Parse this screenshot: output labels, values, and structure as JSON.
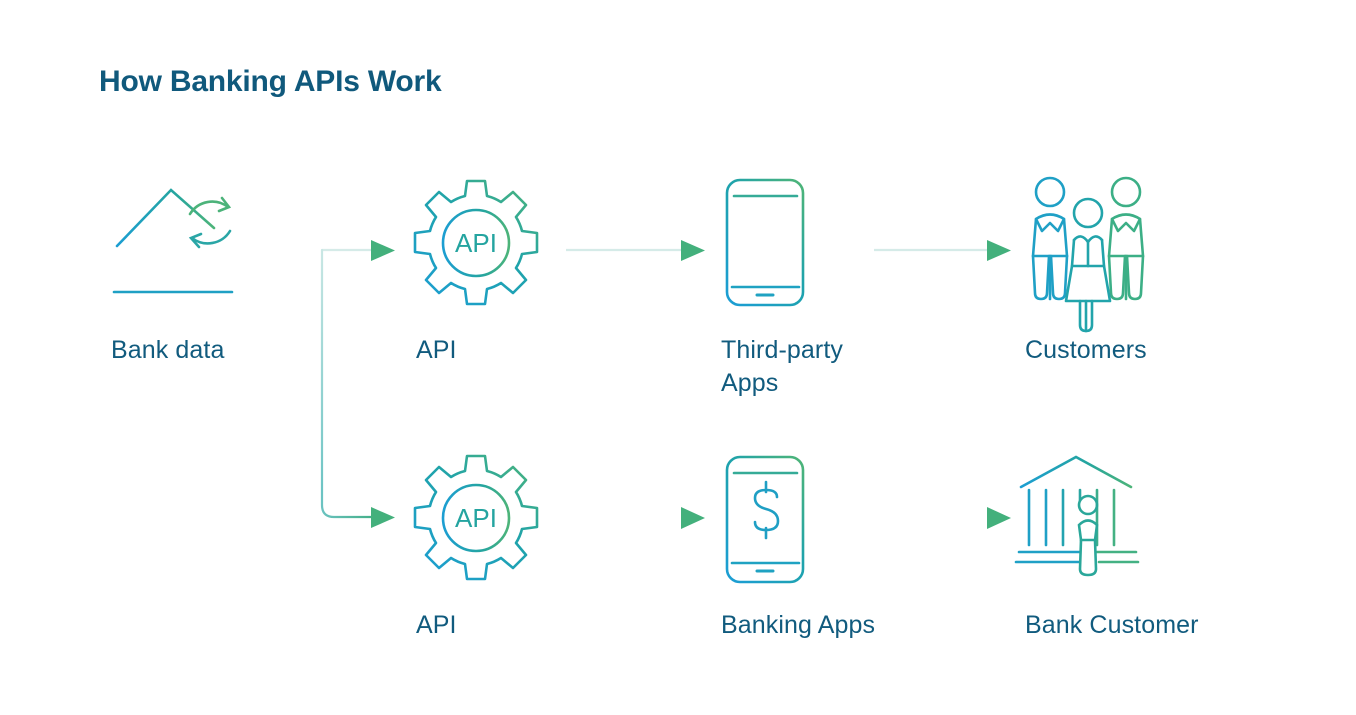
{
  "title": "How Banking APIs Work",
  "colors": {
    "title": "#10597c",
    "label": "#115b7e",
    "icon_blue": "#1b9dd0",
    "icon_teal": "#1aa0a8",
    "icon_green": "#47b37f",
    "arrow_head": "#43b07c",
    "arrow_line_light": "#d2eae7",
    "arrow_line_strong": "#3aa7cf",
    "background": "#ffffff"
  },
  "flow": {
    "rows": [
      {
        "id": "row-top",
        "nodes": [
          {
            "id": "bank-data",
            "label": "Bank data",
            "icon": "bank-sync-icon"
          },
          {
            "id": "api-top",
            "label": "API",
            "icon": "api-gear-icon"
          },
          {
            "id": "third-party-apps",
            "label": "Third-party\nApps",
            "icon": "phone-icon"
          },
          {
            "id": "customers",
            "label": "Customers",
            "icon": "three-people-icon"
          }
        ]
      },
      {
        "id": "row-bottom",
        "nodes": [
          {
            "id": "api-bottom",
            "label": "API",
            "icon": "api-gear-icon"
          },
          {
            "id": "banking-apps",
            "label": "Banking Apps",
            "icon": "phone-dollar-icon"
          },
          {
            "id": "bank-customer",
            "label": "Bank Customer",
            "icon": "bank-person-icon"
          }
        ]
      }
    ],
    "gear_text": "API",
    "currency_symbol": "$",
    "connectors": [
      {
        "id": "bank-to-api-top",
        "style": "light"
      },
      {
        "id": "bank-to-api-bottom",
        "style": "light"
      },
      {
        "id": "api-top-to-apps",
        "style": "light"
      },
      {
        "id": "apps-to-customers",
        "style": "light"
      },
      {
        "id": "api-bottom-to-banking-apps",
        "style": "strong"
      },
      {
        "id": "banking-apps-to-bank-customer",
        "style": "strong"
      }
    ]
  }
}
